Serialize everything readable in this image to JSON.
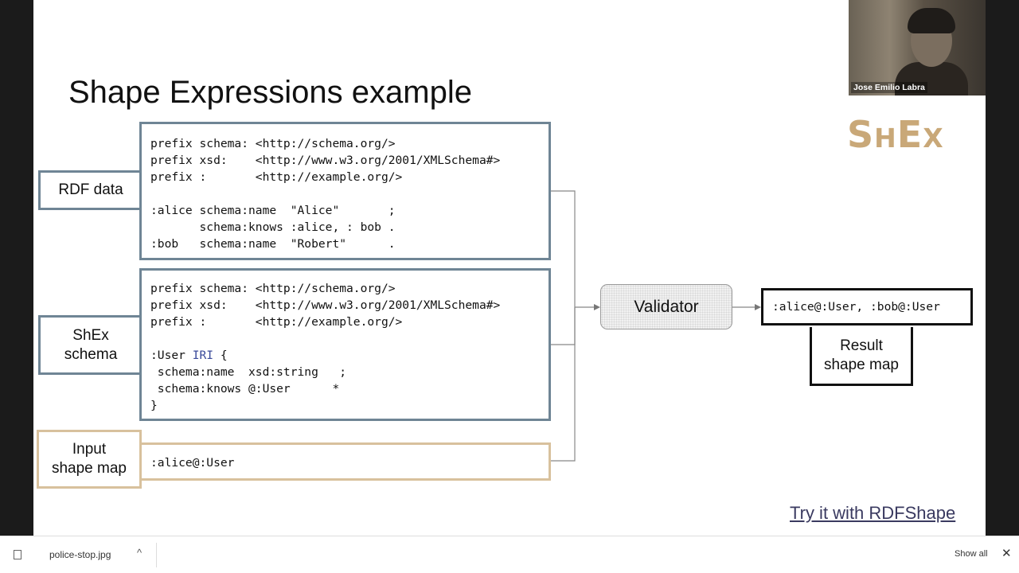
{
  "slide": {
    "title": "Shape Expressions example",
    "logo": {
      "s": "S",
      "h": "H",
      "e": "E",
      "x": "X"
    },
    "rdf_data": {
      "label": "RDF data",
      "lines": [
        "prefix schema: <http://schema.org/>",
        "prefix xsd:    <http://www.w3.org/2001/XMLSchema#>",
        "prefix :       <http://example.org/>",
        "",
        ":alice schema:name  \"Alice\"       ;",
        "       schema:knows :alice, : bob .",
        ":bob   schema:name  \"Robert\"      ."
      ]
    },
    "shex_schema": {
      "label_line1": "ShEx",
      "label_line2": "schema",
      "prefix_lines": [
        "prefix schema: <http://schema.org/>",
        "prefix xsd:    <http://www.w3.org/2001/XMLSchema#>",
        "prefix :       <http://example.org/>",
        ""
      ],
      "shape_name": ":User",
      "shape_keyword": "IRI",
      "shape_open": "{",
      "body_lines": [
        " schema:name  xsd:string   ;",
        " schema:knows @:User      *",
        "}"
      ]
    },
    "input_shape_map": {
      "label_line1": "Input",
      "label_line2": "shape map",
      "value": ":alice@:User"
    },
    "validator": {
      "label": "Validator"
    },
    "result_shape_map": {
      "value": ":alice@:User, :bob@:User",
      "label_line1": "Result",
      "label_line2": "shape map"
    },
    "try_link": "Try it with RDFShape"
  },
  "webcam": {
    "name": "Jose Emilio Labra"
  },
  "download_bar": {
    "filename": "police-stop.jpg",
    "show_all": "Show all",
    "chevron": "^",
    "close": "✕"
  },
  "colors": {
    "blue_border": "#6f8595",
    "tan_border": "#d8c19d",
    "logo": "#c9a878",
    "link": "#3a3a60"
  }
}
